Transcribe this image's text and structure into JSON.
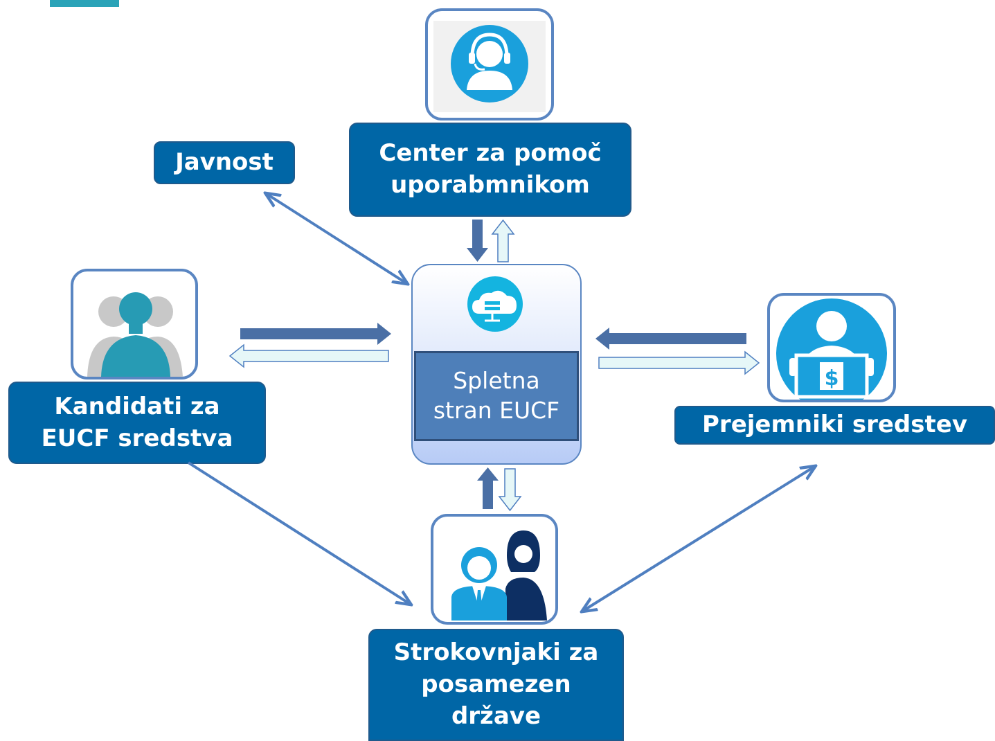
{
  "nodes": {
    "hub": {
      "label": "Spletna\nstran EUCF"
    },
    "help_center": {
      "label": "Center za pomoč\nuporabmnikom"
    },
    "public": {
      "label": "Javnost"
    },
    "candidates": {
      "label": "Kandidati za\nEUCF sredstva"
    },
    "recipients": {
      "label": "Prejemniki sredstev"
    },
    "experts": {
      "label": "Strokovnjaki za\nposamezen\ndržave"
    }
  },
  "colors": {
    "label_fill": "#0066a6",
    "card_border": "#5a86c2",
    "arrow_dark": "#4a6fa5",
    "arrow_light": "#e6f7f8",
    "connector": "#4f7fc0",
    "icon_blue": "#1aa0dc"
  }
}
